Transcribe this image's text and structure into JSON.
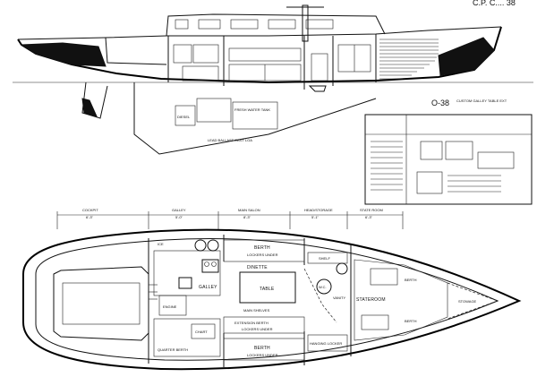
{
  "title": "O-38",
  "corner_caption": "C.P. C.... 38",
  "profile": {
    "keel_note_1": "LEAD BALLAST  CAST LOA",
    "water_tank_note": "FRESH WATER TANK",
    "engine_note": "DIESEL",
    "note_right": "CUSTOM GALLEY TABLE EXT"
  },
  "accommodation": {
    "sections": [
      {
        "name": "COCKPIT",
        "dim": "6'-3\""
      },
      {
        "name": "GALLEY",
        "dim": "5'-0\""
      },
      {
        "name": "MAIN SALON",
        "dim": "8'-3\""
      },
      {
        "name": "HEAD/STORAGE",
        "dim": "5'-1\""
      },
      {
        "name": "STATE ROOM",
        "dim": "6'-3\""
      }
    ],
    "labels": {
      "berth_top": "BERTH",
      "lockers_top": "LOCKERS UNDER",
      "dinette": "DINETTE",
      "table": "TABLE",
      "galley": "GALLEY",
      "icebox": "ICE",
      "shelf_main": "MAIN SHELVES",
      "berth_bottom": "BERTH",
      "extension_berth": "EXTENSION BERTH",
      "lockers_bottom": "LOCKERS UNDER",
      "hanging_locker": "HANGING LOCKER",
      "stateroom": "STATEROOM",
      "berth_fwd_top": "BERTH",
      "berth_fwd_bottom": "BERTH",
      "stowage": "STOWAGE",
      "vanity": "VANITY",
      "head": "W.C.",
      "shelf": "SHELF",
      "chart": "CHART",
      "quarter_berth": "QUARTER BERTH",
      "engine_box": "ENGINE"
    }
  }
}
